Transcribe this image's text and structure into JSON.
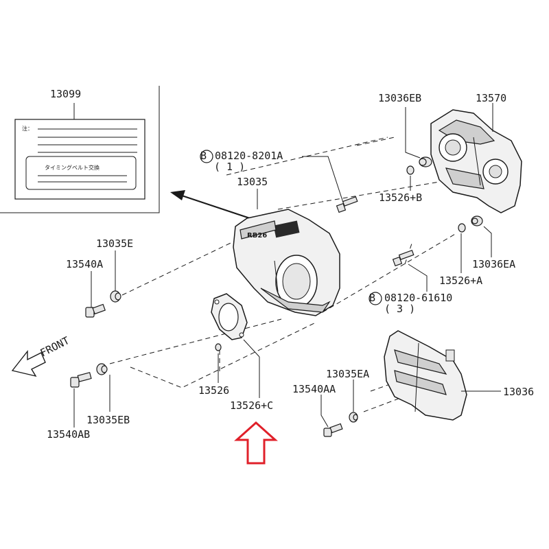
{
  "parts": [
    {
      "id": "p13099",
      "number": "13099"
    },
    {
      "id": "p13570",
      "number": "13570"
    },
    {
      "id": "p13036EB",
      "number": "13036EB"
    },
    {
      "id": "p13526B",
      "number": "13526+B"
    },
    {
      "id": "p13035",
      "number": "13035"
    },
    {
      "id": "p13035E",
      "number": "13035E"
    },
    {
      "id": "p13540A",
      "number": "13540A"
    },
    {
      "id": "p13036EA",
      "number": "13036EA"
    },
    {
      "id": "p13526A",
      "number": "13526+A"
    },
    {
      "id": "p13526",
      "number": "13526"
    },
    {
      "id": "p13526C",
      "number": "13526+C"
    },
    {
      "id": "p13035EA",
      "number": "13035EA"
    },
    {
      "id": "p13540AA",
      "number": "13540AA"
    },
    {
      "id": "p13036",
      "number": "13036"
    },
    {
      "id": "p13035EB",
      "number": "13035EB"
    },
    {
      "id": "p13540AB",
      "number": "13540AB"
    }
  ],
  "bolts": [
    {
      "id": "bolt1",
      "circle_letter": "B",
      "number": "08120-8201A",
      "qty": "( 1 )"
    },
    {
      "id": "bolt2",
      "circle_letter": "B",
      "number": "08120-61610",
      "qty": "( 3 )"
    }
  ],
  "label_sheet": {
    "note_prefix": "注：",
    "inner_text": "タイミングベルト交換"
  },
  "front_label": "FRONT",
  "cover_emblem": "RB26",
  "colors": {
    "highlight_arrow": "#e0202a",
    "ink": "#1a1a1a"
  }
}
